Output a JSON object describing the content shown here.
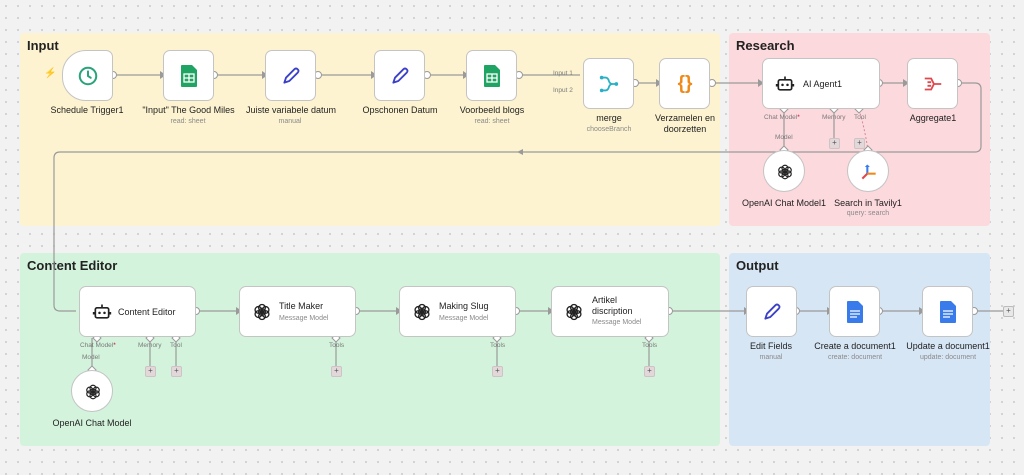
{
  "groups": {
    "input": {
      "title": "Input",
      "color": "#fdf3d0"
    },
    "research": {
      "title": "Research",
      "color": "#fcd9dd"
    },
    "content_editor": {
      "title": "Content Editor",
      "color": "#d3f3dc"
    },
    "output": {
      "title": "Output",
      "color": "#d7e6f5"
    }
  },
  "nodes": {
    "schedule_trigger": {
      "label": "Schedule Trigger1",
      "icon": "clock-icon"
    },
    "input_sheet": {
      "label": "\"Input\" The Good Miles",
      "sub": "read: sheet",
      "icon": "google-sheets-icon"
    },
    "juiste_datum": {
      "label": "Juiste variabele datum",
      "sub": "manual",
      "icon": "pencil-icon"
    },
    "opschonen_datum": {
      "label": "Opschonen Datum",
      "icon": "pencil-icon"
    },
    "voorbeeld_blogs": {
      "label": "Voorbeeld blogs",
      "sub": "read: sheet",
      "icon": "google-sheets-icon"
    },
    "merge": {
      "label": "merge",
      "sub": "chooseBranch",
      "input1": "Input 1",
      "input2": "Input 2",
      "icon": "merge-icon"
    },
    "verzamelen": {
      "label": "Verzamelen en doorzetten",
      "icon": "code-braces-icon"
    },
    "ai_agent": {
      "label": "AI Agent1",
      "icon": "robot-icon",
      "chat_model": "Chat Model",
      "memory": "Memory",
      "tool": "Tool"
    },
    "aggregate": {
      "label": "Aggregate1",
      "icon": "aggregate-icon"
    },
    "openai_chat_model1": {
      "label": "OpenAI Chat Model1",
      "port": "Model",
      "icon": "openai-icon"
    },
    "search_tavily": {
      "label": "Search in Tavily1",
      "sub": "query: search",
      "icon": "tavily-icon"
    },
    "content_editor": {
      "label": "Content Editor",
      "icon": "robot-icon",
      "chat_model": "Chat Model",
      "memory": "Memory",
      "tool": "Tool"
    },
    "openai_chat_model": {
      "label": "OpenAI Chat Model",
      "port": "Model",
      "icon": "openai-icon"
    },
    "title_maker": {
      "label": "Title Maker",
      "sub": "Message Model",
      "tools": "Tools",
      "icon": "openai-icon"
    },
    "making_slug": {
      "label": "Making Slug",
      "sub": "Message Model",
      "tools": "Tools",
      "icon": "openai-icon"
    },
    "artikel": {
      "label": "Artikel discription",
      "sub": "Message Model",
      "tools": "Tools",
      "icon": "openai-icon"
    },
    "edit_fields": {
      "label": "Edit Fields",
      "sub": "manual",
      "icon": "pencil-icon"
    },
    "create_doc": {
      "label": "Create a document1",
      "sub": "create: document",
      "icon": "google-docs-icon"
    },
    "update_doc": {
      "label": "Update a document1",
      "sub": "update: document",
      "icon": "google-docs-icon"
    }
  },
  "symbols": {
    "plus": "+",
    "required": "*",
    "trigger": "⚡"
  },
  "colors": {
    "wire": "#9a9a9a",
    "sheets": "#1fa463",
    "pencil": "#3b40c8",
    "merge": "#2ab0c6",
    "code": "#ef8a1a",
    "aggregate": "#e0484d",
    "docs": "#3a7bec",
    "clock": "#2aa37a"
  }
}
